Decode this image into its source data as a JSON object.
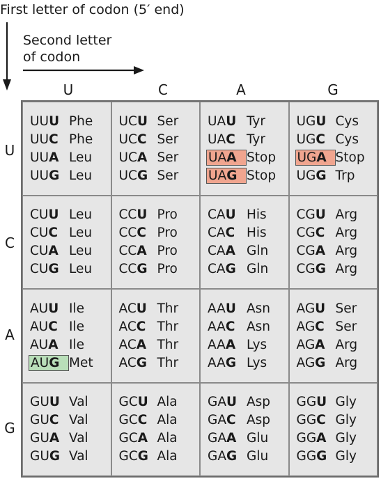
{
  "labels": {
    "first_letter": "First  letter of codon (5′ end)",
    "second_letter_line1": "Second letter",
    "second_letter_line2": "of codon"
  },
  "columns": [
    "U",
    "C",
    "A",
    "G"
  ],
  "rows": [
    "U",
    "C",
    "A",
    "G"
  ],
  "colors": {
    "stop_highlight": "#f0a58f",
    "start_highlight": "#b9dfb9",
    "cell_bg": "#e6e6e6"
  },
  "cells": [
    [
      [
        {
          "p": "UU",
          "t": "U",
          "aa": "Phe"
        },
        {
          "p": "UU",
          "t": "C",
          "aa": "Phe"
        },
        {
          "p": "UU",
          "t": "A",
          "aa": "Leu"
        },
        {
          "p": "UU",
          "t": "G",
          "aa": "Leu"
        }
      ],
      [
        {
          "p": "UC",
          "t": "U",
          "aa": "Ser"
        },
        {
          "p": "UC",
          "t": "C",
          "aa": "Ser"
        },
        {
          "p": "UC",
          "t": "A",
          "aa": "Ser"
        },
        {
          "p": "UC",
          "t": "G",
          "aa": "Ser"
        }
      ],
      [
        {
          "p": "UA",
          "t": "U",
          "aa": "Tyr"
        },
        {
          "p": "UA",
          "t": "C",
          "aa": "Tyr"
        },
        {
          "p": "UA",
          "t": "A",
          "aa": "Stop",
          "hl": "stop"
        },
        {
          "p": "UA",
          "t": "G",
          "aa": "Stop",
          "hl": "stop"
        }
      ],
      [
        {
          "p": "UG",
          "t": "U",
          "aa": "Cys"
        },
        {
          "p": "UG",
          "t": "C",
          "aa": "Cys"
        },
        {
          "p": "UG",
          "t": "A",
          "aa": "Stop",
          "hl": "stop"
        },
        {
          "p": "UG",
          "t": "G",
          "aa": "Trp"
        }
      ]
    ],
    [
      [
        {
          "p": "CU",
          "t": "U",
          "aa": "Leu"
        },
        {
          "p": "CU",
          "t": "C",
          "aa": "Leu"
        },
        {
          "p": "CU",
          "t": "A",
          "aa": "Leu"
        },
        {
          "p": "CU",
          "t": "G",
          "aa": "Leu"
        }
      ],
      [
        {
          "p": "CC",
          "t": "U",
          "aa": "Pro"
        },
        {
          "p": "CC",
          "t": "C",
          "aa": "Pro"
        },
        {
          "p": "CC",
          "t": "A",
          "aa": "Pro"
        },
        {
          "p": "CC",
          "t": "G",
          "aa": "Pro"
        }
      ],
      [
        {
          "p": "CA",
          "t": "U",
          "aa": "His"
        },
        {
          "p": "CA",
          "t": "C",
          "aa": "His"
        },
        {
          "p": "CA",
          "t": "A",
          "aa": "Gln"
        },
        {
          "p": "CA",
          "t": "G",
          "aa": "Gln"
        }
      ],
      [
        {
          "p": "CG",
          "t": "U",
          "aa": "Arg"
        },
        {
          "p": "CG",
          "t": "C",
          "aa": "Arg"
        },
        {
          "p": "CG",
          "t": "A",
          "aa": "Arg"
        },
        {
          "p": "CG",
          "t": "G",
          "aa": "Arg"
        }
      ]
    ],
    [
      [
        {
          "p": "AU",
          "t": "U",
          "aa": "Ile"
        },
        {
          "p": "AU",
          "t": "C",
          "aa": "Ile"
        },
        {
          "p": "AU",
          "t": "A",
          "aa": "Ile"
        },
        {
          "p": "AU",
          "t": "G",
          "aa": "Met",
          "hl": "start"
        }
      ],
      [
        {
          "p": "AC",
          "t": "U",
          "aa": "Thr"
        },
        {
          "p": "AC",
          "t": "C",
          "aa": "Thr"
        },
        {
          "p": "AC",
          "t": "A",
          "aa": "Thr"
        },
        {
          "p": "AC",
          "t": "G",
          "aa": "Thr"
        }
      ],
      [
        {
          "p": "AA",
          "t": "U",
          "aa": "Asn"
        },
        {
          "p": "AA",
          "t": "C",
          "aa": "Asn"
        },
        {
          "p": "AA",
          "t": "A",
          "aa": "Lys"
        },
        {
          "p": "AA",
          "t": "G",
          "aa": "Lys"
        }
      ],
      [
        {
          "p": "AG",
          "t": "U",
          "aa": "Ser"
        },
        {
          "p": "AG",
          "t": "C",
          "aa": "Ser"
        },
        {
          "p": "AG",
          "t": "A",
          "aa": "Arg"
        },
        {
          "p": "AG",
          "t": "G",
          "aa": "Arg"
        }
      ]
    ],
    [
      [
        {
          "p": "GU",
          "t": "U",
          "aa": "Val"
        },
        {
          "p": "GU",
          "t": "C",
          "aa": "Val"
        },
        {
          "p": "GU",
          "t": "A",
          "aa": "Val"
        },
        {
          "p": "GU",
          "t": "G",
          "aa": "Val"
        }
      ],
      [
        {
          "p": "GC",
          "t": "U",
          "aa": "Ala"
        },
        {
          "p": "GC",
          "t": "C",
          "aa": "Ala"
        },
        {
          "p": "GC",
          "t": "A",
          "aa": "Ala"
        },
        {
          "p": "GC",
          "t": "G",
          "aa": "Ala"
        }
      ],
      [
        {
          "p": "GA",
          "t": "U",
          "aa": "Asp"
        },
        {
          "p": "GA",
          "t": "C",
          "aa": "Asp"
        },
        {
          "p": "GA",
          "t": "A",
          "aa": "Glu"
        },
        {
          "p": "GA",
          "t": "G",
          "aa": "Glu"
        }
      ],
      [
        {
          "p": "GG",
          "t": "U",
          "aa": "Gly"
        },
        {
          "p": "GG",
          "t": "C",
          "aa": "Gly"
        },
        {
          "p": "GG",
          "t": "A",
          "aa": "Gly"
        },
        {
          "p": "GG",
          "t": "G",
          "aa": "Gly"
        }
      ]
    ]
  ]
}
